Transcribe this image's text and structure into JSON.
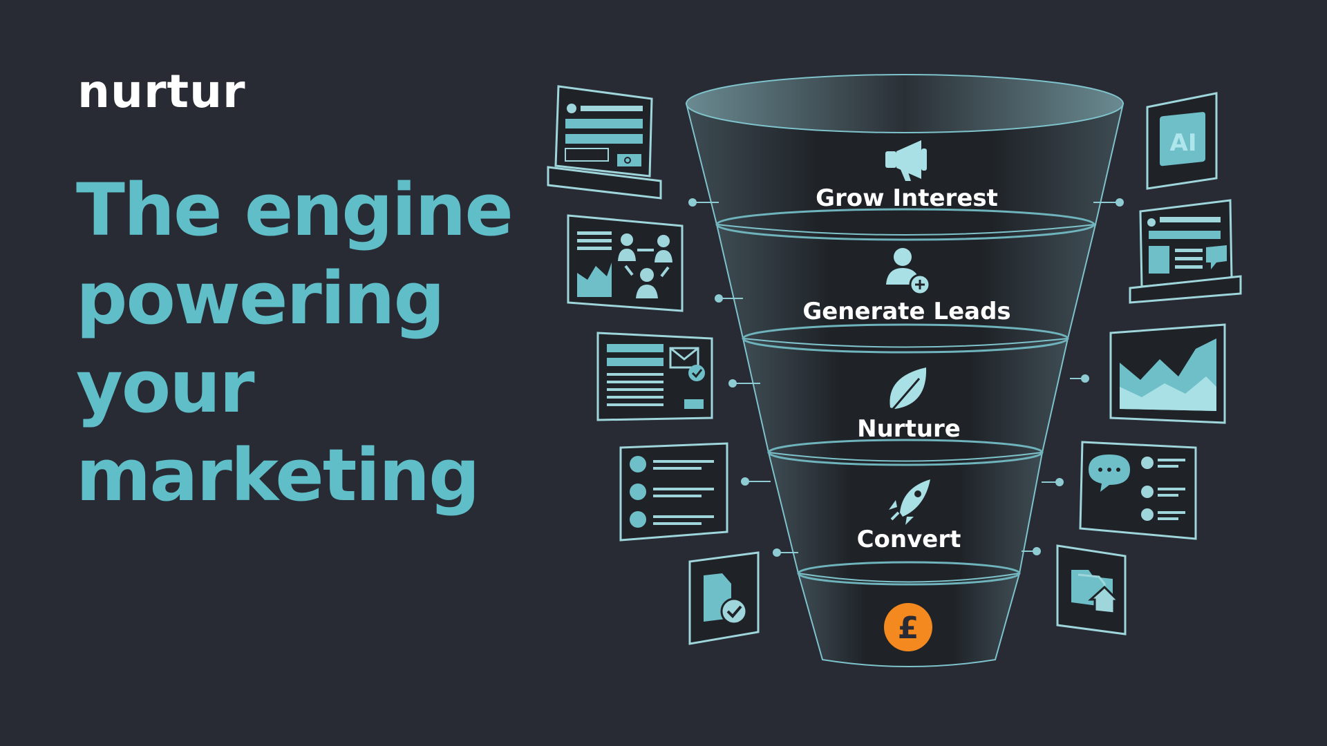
{
  "brand": {
    "logo_text": "nurtur"
  },
  "headline": {
    "lines": [
      "The engine",
      "powering",
      "your",
      "marketing"
    ]
  },
  "funnel": {
    "stages": [
      {
        "label": "Grow Interest",
        "icon": "megaphone-icon"
      },
      {
        "label": "Generate Leads",
        "icon": "add-user-icon"
      },
      {
        "label": "Nurture",
        "icon": "leaf-icon"
      },
      {
        "label": "Convert",
        "icon": "rocket-icon"
      }
    ],
    "result": {
      "label": "£",
      "icon": "pound-coin-icon"
    }
  },
  "side_cards": {
    "left": [
      "laptop-search-icon",
      "analytics-people-icon",
      "email-check-icon",
      "contact-list-icon",
      "document-check-icon"
    ],
    "right": [
      "ai-icon",
      "laptop-chat-icon",
      "area-chart-icon",
      "chat-contacts-icon",
      "folder-home-icon"
    ],
    "ai_label": "AI"
  },
  "colors": {
    "background": "#282b34",
    "accent": "#5fbec8",
    "card_stroke": "#9fd6dc",
    "coin": "#f3891f",
    "text": "#ffffff"
  }
}
